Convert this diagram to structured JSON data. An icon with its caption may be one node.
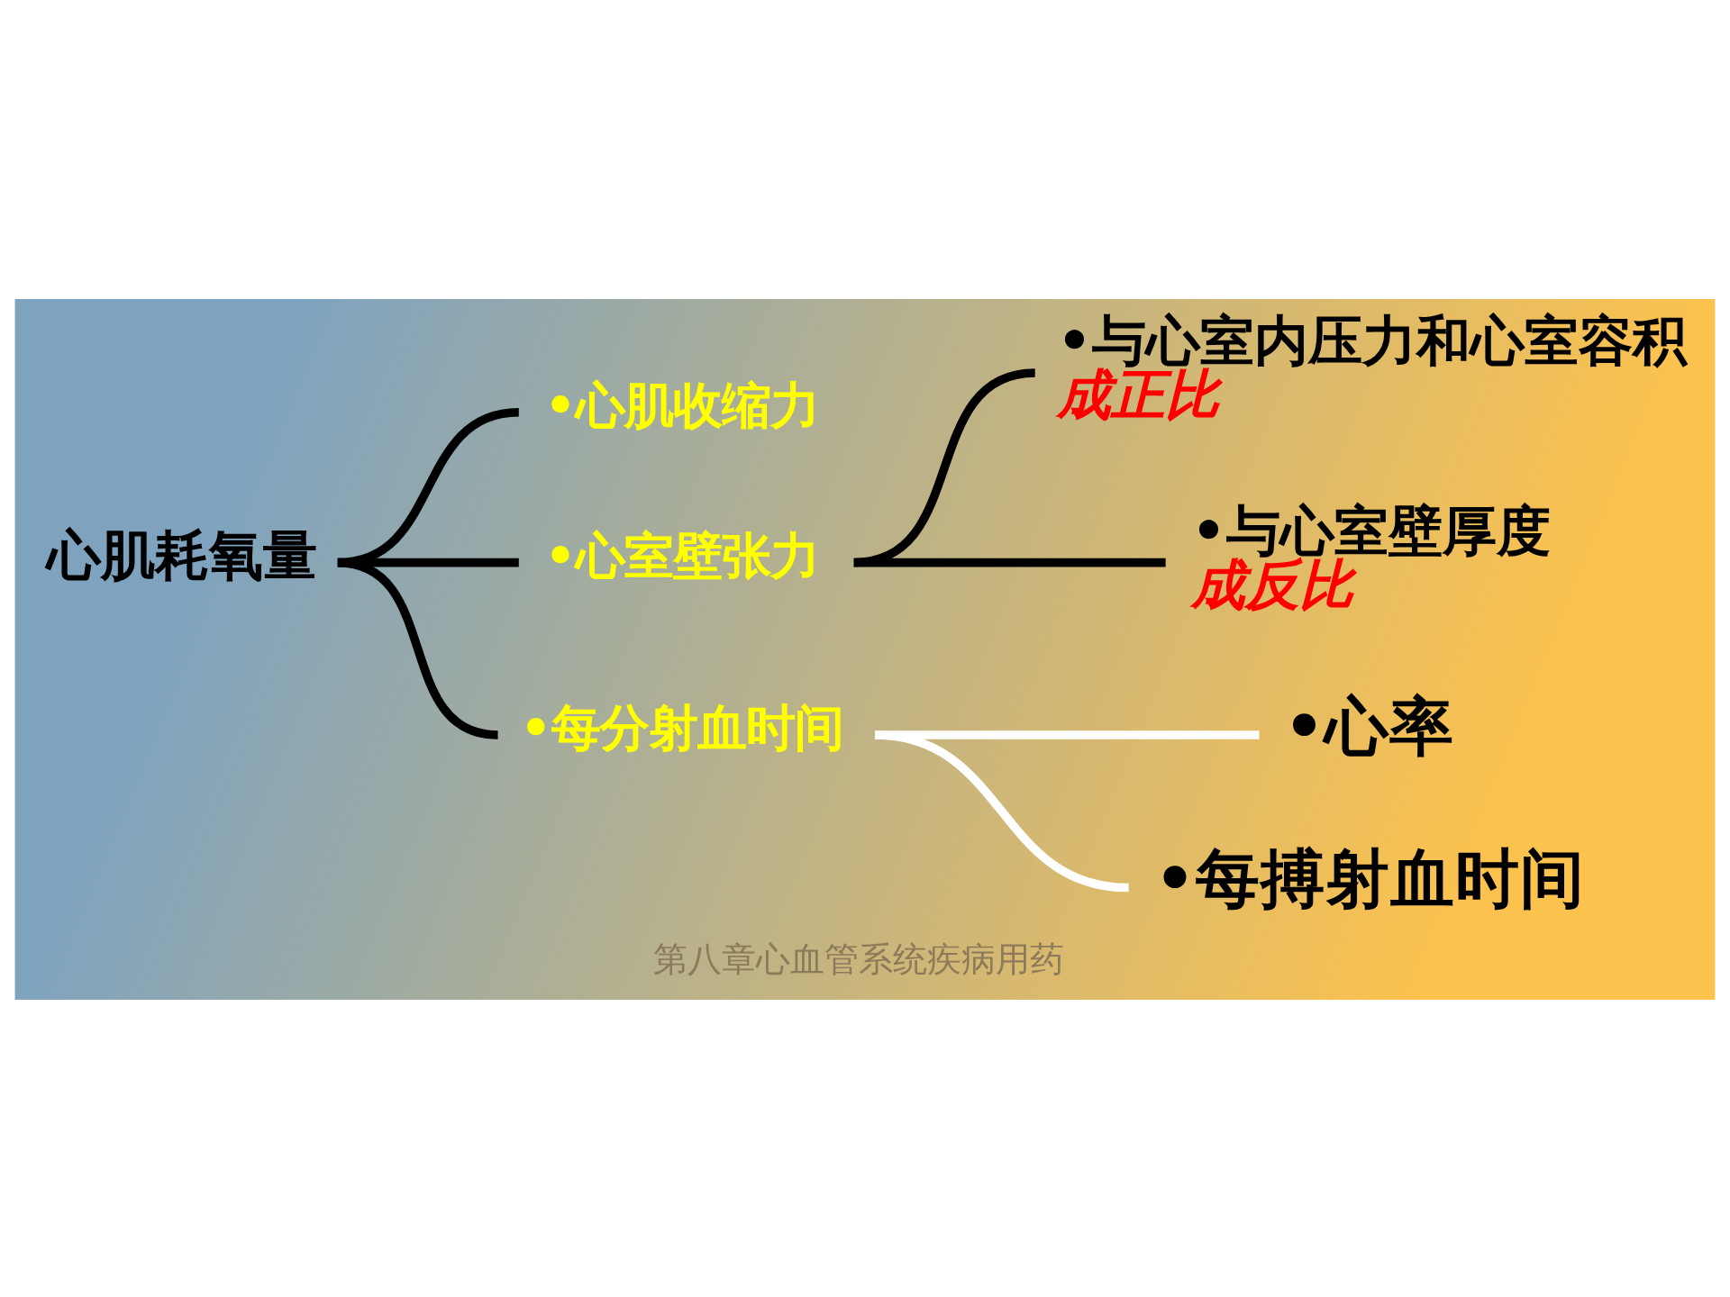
{
  "diagram": {
    "caption": "第八章心血管系统疾病用药",
    "nodes": [
      {
        "text": [
          "心肌耗氧量"
        ]
      },
      {
        "text": [
          "•心肌收缩力"
        ]
      },
      {
        "text": [
          "•心室壁张力"
        ]
      },
      {
        "text": [
          "•每分射血时间"
        ]
      },
      {
        "text": [
          "•与心室内压力和心室容积",
          "成正比"
        ]
      },
      {
        "text": [
          "•与心室壁厚度",
          "成反比"
        ]
      },
      {
        "text": [
          "•心率"
        ]
      },
      {
        "text": [
          "•每搏射血时间"
        ]
      }
    ],
    "edges": [
      {
        "from": 0,
        "to": 1,
        "arrow": "none"
      },
      {
        "from": 0,
        "to": 2,
        "arrow": "none"
      },
      {
        "from": 0,
        "to": 3,
        "arrow": "none"
      },
      {
        "from": 2,
        "to": 4,
        "arrow": "none"
      },
      {
        "from": 2,
        "to": 5,
        "arrow": "none"
      },
      {
        "from": 3,
        "to": 6,
        "arrow": "none",
        "color": "#ffffff"
      },
      {
        "from": 3,
        "to": 7,
        "arrow": "none",
        "color": "#ffffff"
      }
    ]
  }
}
